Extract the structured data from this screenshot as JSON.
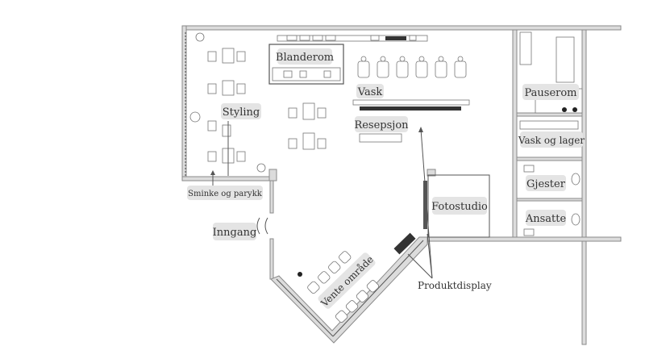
{
  "plan": {
    "rooms": {
      "blanderom": "Blanderom",
      "styling": "Styling",
      "vask": "Vask",
      "resepsjon": "Resepsjon",
      "pauserom": "Pauserom",
      "vask_og_lager": "Vask og lager",
      "gjester": "Gjester",
      "ansatte": "Ansatte",
      "fotostudio": "Fotostudio",
      "inngang": "Inngang",
      "vente_omrade": "Vente område",
      "sminke_og_parykk": "Sminke og parykk",
      "produktdisplay": "Produktdisplay"
    }
  }
}
